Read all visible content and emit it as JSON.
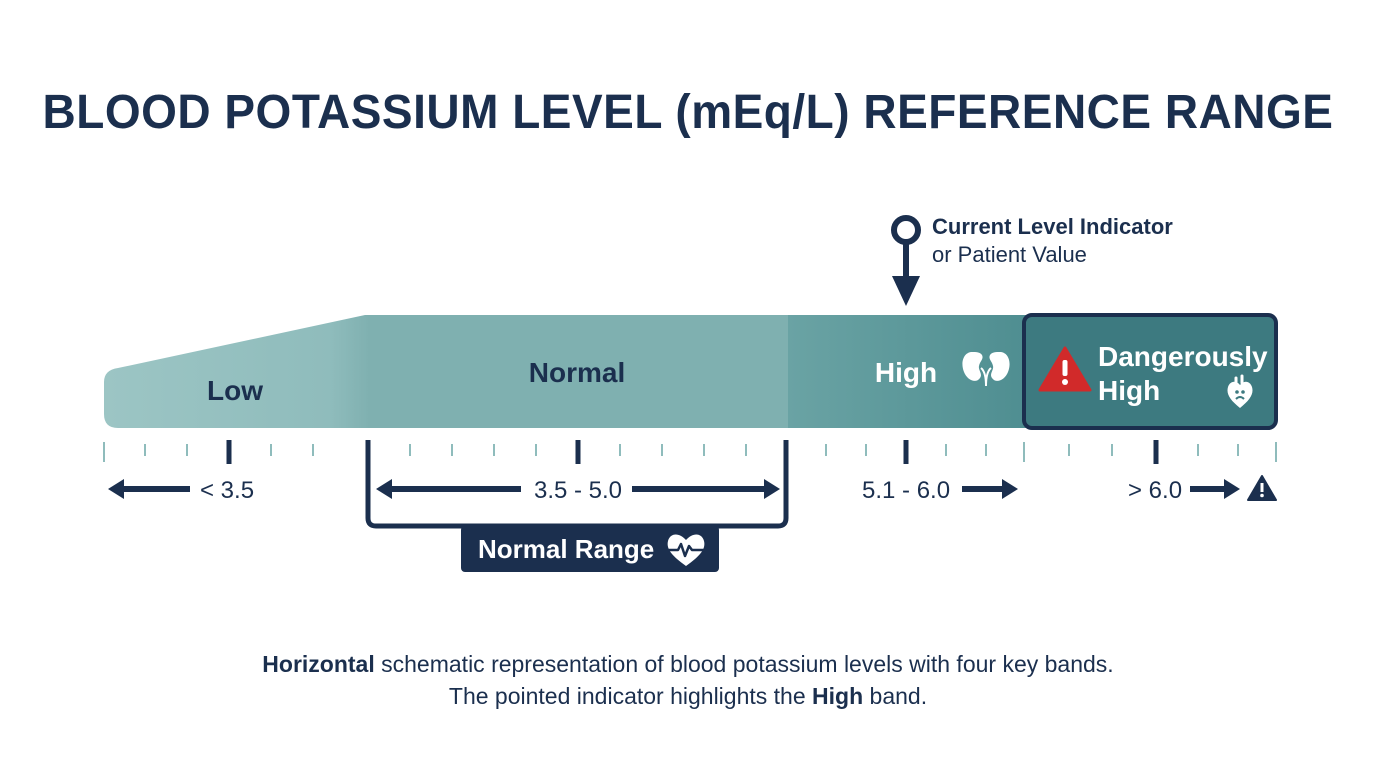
{
  "title": "BLOOD POTASSIUM LEVEL (mEq/L) REFERENCE RANGE",
  "indicator": {
    "title": "Current Level Indicator",
    "subtitle": "or Patient Value"
  },
  "bands": [
    {
      "label": "Low",
      "range": "< 3.5",
      "color": "#8fbcbc"
    },
    {
      "label": "Normal",
      "range": "3.5 - 5.0",
      "color": "#7fb0b0"
    },
    {
      "label": "High",
      "range": "5.1 - 6.0",
      "color": "#5a9698"
    },
    {
      "label_line1": "Dangerously",
      "label_line2": "High",
      "range": "> 6.0",
      "color": "#3d7a80"
    }
  ],
  "badge": {
    "label": "Normal Range",
    "color": "#1b2f4e"
  },
  "caption": {
    "line1_bold": "Horizontal",
    "line1_rest": " schematic representation of blood potassium levels with four key bands.",
    "line2_pre": "The pointed indicator highlights the ",
    "line2_bold": "High",
    "line2_post": " band."
  },
  "colors": {
    "navy": "#1b2f4e",
    "warning_red": "#d12a2a",
    "tick": "#8fbcbc"
  },
  "icons": [
    "pin-arrow-icon",
    "kidney-icon",
    "warning-triangle-icon",
    "heart-icon",
    "heartbeat-icon",
    "arrow-left-icon",
    "arrow-right-icon"
  ]
}
